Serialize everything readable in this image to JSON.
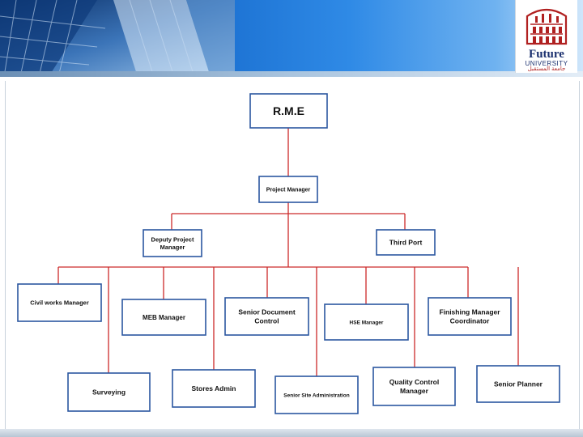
{
  "logo": {
    "name_line1": "Future",
    "name_line2": "UNIVERSITY",
    "name_arabic": "جامعة المستقبل"
  },
  "colors": {
    "connector": "#cc2a2a",
    "box_border": "#2b57a0",
    "header_blue": "#1a6fd0"
  },
  "chart": {
    "nodes": {
      "rme": [
        "R.M.E"
      ],
      "pm": [
        "Project Manager"
      ],
      "dpm": [
        "Deputy Project",
        "Manager"
      ],
      "third": [
        "Third Port"
      ],
      "civil": [
        "Civil works Manager"
      ],
      "meb": [
        "MEB Manager"
      ],
      "sdc": [
        "Senior Document",
        "Control"
      ],
      "hse": [
        "HSE Manager"
      ],
      "fmc": [
        "Finishing Manager",
        "Coordinator"
      ],
      "surv": [
        "Surveying"
      ],
      "stores": [
        "Stores Admin"
      ],
      "ssa": [
        "Senior Site Administration"
      ],
      "qcm": [
        "Quality Control",
        "Manager"
      ],
      "planner": [
        "Senior Planner"
      ]
    }
  }
}
